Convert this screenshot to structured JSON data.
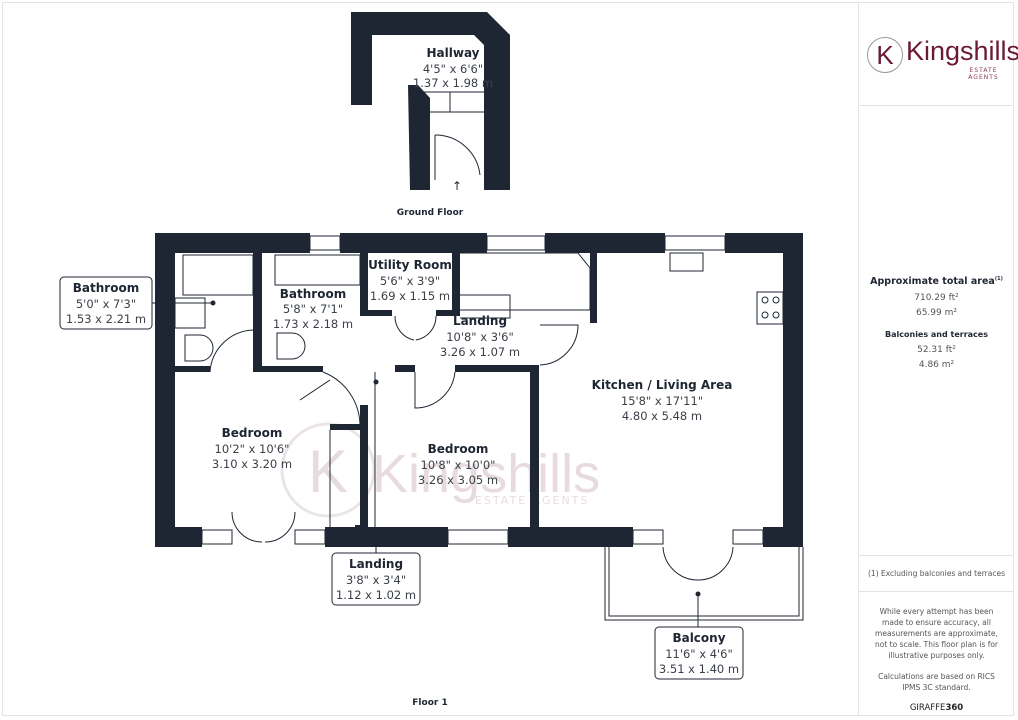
{
  "ground_floor": {
    "label": "Ground Floor",
    "rooms": [
      {
        "name": "Hallway",
        "imperial": "4'5\" x 6'6\"",
        "metric": "1.37 x 1.98 m"
      }
    ]
  },
  "floor_1": {
    "label": "Floor 1",
    "rooms": [
      {
        "name": "Bathroom",
        "imperial": "5'0\" x 7'3\"",
        "metric": "1.53 x 2.21 m"
      },
      {
        "name": "Bathroom",
        "imperial": "5'8\" x 7'1\"",
        "metric": "1.73 x 2.18 m"
      },
      {
        "name": "Utility Room",
        "imperial": "5'6\" x 3'9\"",
        "metric": "1.69 x 1.15 m"
      },
      {
        "name": "Landing",
        "imperial": "10'8\" x 3'6\"",
        "metric": "3.26 x 1.07 m"
      },
      {
        "name": "Kitchen / Living Area",
        "imperial": "15'8\" x 17'11\"",
        "metric": "4.80 x 5.48 m"
      },
      {
        "name": "Bedroom",
        "imperial": "10'2\" x 10'6\"",
        "metric": "3.10 x 3.20 m"
      },
      {
        "name": "Bedroom",
        "imperial": "10'8\" x 10'0\"",
        "metric": "3.26 x 3.05 m"
      },
      {
        "name": "Landing",
        "imperial": "3'8\" x 3'4\"",
        "metric": "1.12 x 1.02 m"
      },
      {
        "name": "Balcony",
        "imperial": "11'6\" x 4'6\"",
        "metric": "3.51 x 1.40 m"
      }
    ]
  },
  "watermark": {
    "brand": "Kingshills",
    "tagline": "ESTATE AGENTS"
  },
  "sidebar": {
    "logo": {
      "initial": "K",
      "brand": "Kingshills",
      "tagline": "ESTATE AGENTS"
    },
    "total_area_title": "Approximate total area",
    "total_area_footnote": "(1)",
    "total_area_ft": "710.29 ft²",
    "total_area_m": "65.99 m²",
    "balconies_title": "Balconies and terraces",
    "balconies_ft": "52.31 ft²",
    "balconies_m": "4.86 m²",
    "footnote": "(1) Excluding balconies and terraces",
    "disclaimer": "While every attempt has been made to ensure accuracy, all measurements are approximate, not to scale. This floor plan is for illustrative purposes only.",
    "calc_note": "Calculations are based on RICS IPMS 3C standard.",
    "brand_prefix": "GIRAFFE",
    "brand_suffix": "360"
  },
  "colors": {
    "wall": "#1f2633",
    "brand": "#6b1a33"
  }
}
